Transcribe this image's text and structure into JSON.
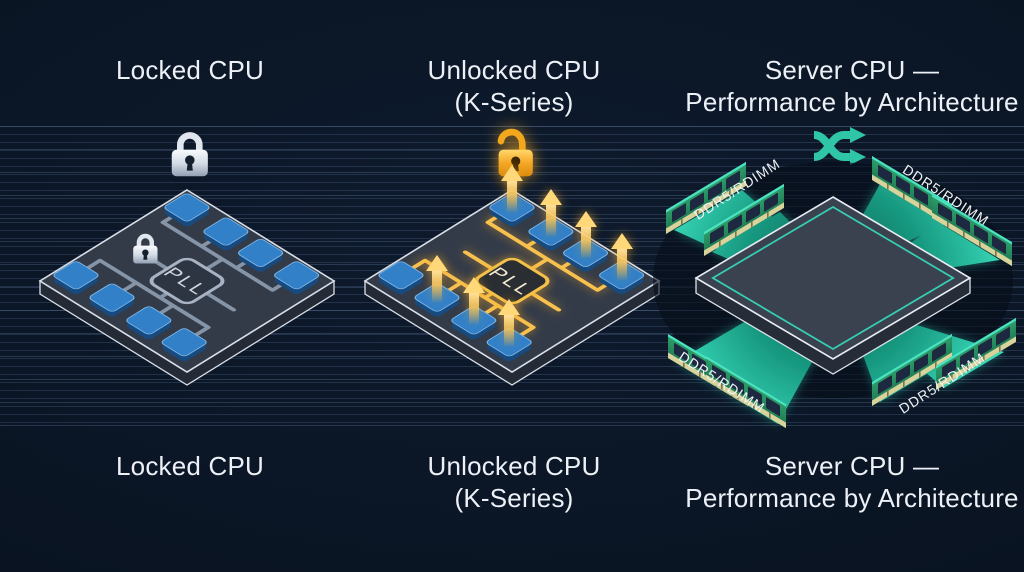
{
  "colors": {
    "background": "#0a1422",
    "accent_gold": "#f5a623",
    "accent_teal": "#2fc6a8",
    "core_blue": "#3180c8",
    "title_text": "#edf1f7"
  },
  "panels": {
    "locked": {
      "title": "Locked CPU",
      "pll_label": "PLL",
      "icon": "lock-icon"
    },
    "unlocked": {
      "title": "Unlocked CPU",
      "subtitle": "(K-Series)",
      "pll_label": "PLL",
      "icon": "unlock-icon"
    },
    "server": {
      "title": "Server CPU —",
      "subtitle": "Performance by Architecture",
      "memory_label": "DDR5/RDIMM",
      "icon": "shuffle-icon"
    }
  }
}
